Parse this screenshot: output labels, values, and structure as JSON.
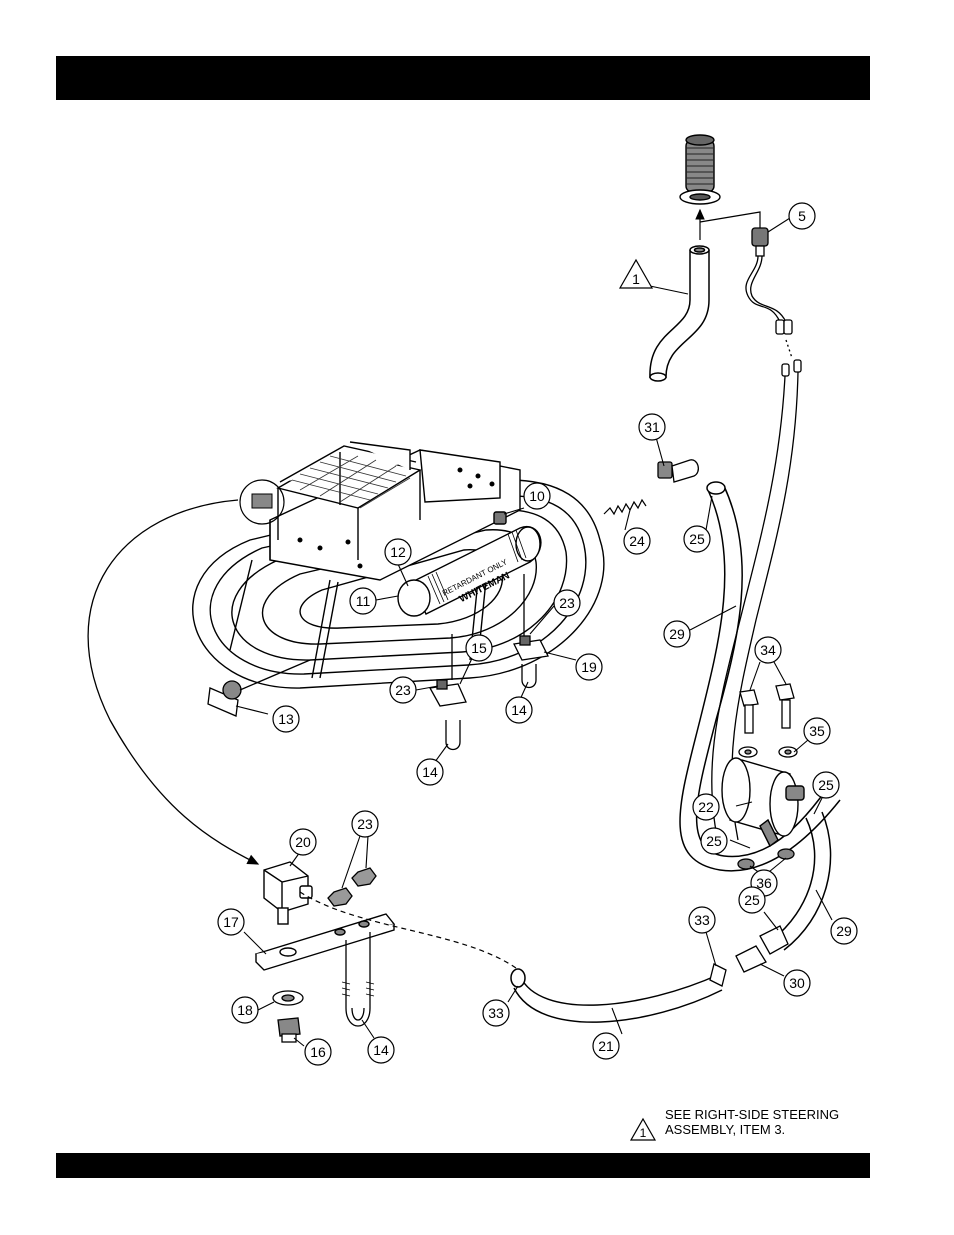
{
  "diagram": {
    "callouts": [
      {
        "id": "c1",
        "label": "1",
        "shape": "triangle"
      },
      {
        "id": "c5",
        "label": "5"
      },
      {
        "id": "c31",
        "label": "31"
      },
      {
        "id": "c10",
        "label": "10"
      },
      {
        "id": "c12",
        "label": "12"
      },
      {
        "id": "c11",
        "label": "11"
      },
      {
        "id": "c24",
        "label": "24"
      },
      {
        "id": "c25a",
        "label": "25"
      },
      {
        "id": "c23a",
        "label": "23"
      },
      {
        "id": "c19",
        "label": "19"
      },
      {
        "id": "c15",
        "label": "15"
      },
      {
        "id": "c23b",
        "label": "23"
      },
      {
        "id": "c14a",
        "label": "14"
      },
      {
        "id": "c14b",
        "label": "14"
      },
      {
        "id": "c13",
        "label": "13"
      },
      {
        "id": "c29a",
        "label": "29"
      },
      {
        "id": "c34",
        "label": "34"
      },
      {
        "id": "c35",
        "label": "35"
      },
      {
        "id": "c25b",
        "label": "25"
      },
      {
        "id": "c22",
        "label": "22"
      },
      {
        "id": "c25c",
        "label": "25"
      },
      {
        "id": "c36",
        "label": "36"
      },
      {
        "id": "c25d",
        "label": "25"
      },
      {
        "id": "c29b",
        "label": "29"
      },
      {
        "id": "c33a",
        "label": "33"
      },
      {
        "id": "c30",
        "label": "30"
      },
      {
        "id": "c21",
        "label": "21"
      },
      {
        "id": "c33b",
        "label": "33"
      },
      {
        "id": "c20",
        "label": "20"
      },
      {
        "id": "c23c",
        "label": "23"
      },
      {
        "id": "c17",
        "label": "17"
      },
      {
        "id": "c18",
        "label": "18"
      },
      {
        "id": "c16",
        "label": "16"
      },
      {
        "id": "c14c",
        "label": "14"
      }
    ],
    "tank_labels": {
      "retardant": "RETARDANT ONLY",
      "brand": "WHITEMAN"
    }
  },
  "note": {
    "symbol": "1",
    "line1": "SEE RIGHT-SIDE STEERING",
    "line2": "ASSEMBLY, ITEM 3."
  }
}
